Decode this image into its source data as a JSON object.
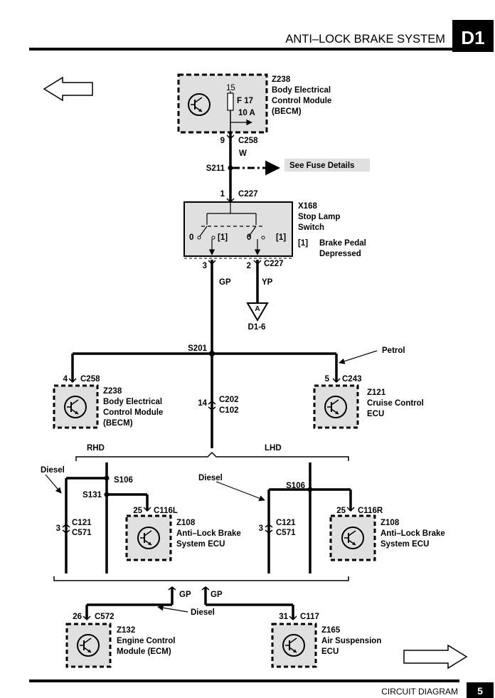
{
  "header": {
    "title": "ANTI–LOCK BRAKE SYSTEM",
    "section_tag": "D1"
  },
  "footer": {
    "label": "CIRCUIT DIAGRAM",
    "page_number": "5"
  },
  "nav": {
    "prev_icon": "left-arrow-icon",
    "next_icon": "right-arrow-icon"
  },
  "becm_top": {
    "id": "Z238",
    "name_1": "Body Electrical",
    "name_2": "Control Module",
    "name_3": "(BECM)",
    "fuse_circuit": "15",
    "fuse_id": "F 17",
    "fuse_rating": "10 A",
    "pin": "9",
    "connector": "C258",
    "wire_color": "W"
  },
  "splice_s211": {
    "id": "S211",
    "note": "See Fuse Details"
  },
  "stop_lamp_switch": {
    "id": "X168",
    "name_1": "Stop Lamp",
    "name_2": "Switch",
    "pin_in": "1",
    "connector_in": "C227",
    "pin_out_a": "3",
    "pin_out_b": "2",
    "connector_out": "C227",
    "state_off": "0",
    "state_on": "[1]",
    "legend_key": "[1]",
    "legend_text_1": "Brake Pedal",
    "legend_text_2": "Depressed",
    "wire_a": "GP",
    "wire_b": "YP"
  },
  "ref_a": {
    "letter": "A",
    "target": "D1-6"
  },
  "splice_s201": {
    "id": "S201",
    "petrol_label": "Petrol"
  },
  "becm_lower": {
    "id": "Z238",
    "name_1": "Body Electrical",
    "name_2": "Control Module",
    "name_3": "(BECM)",
    "pin": "4",
    "connector": "C258"
  },
  "cruise_ecu": {
    "id": "Z121",
    "name_1": "Cruise Control",
    "name_2": "ECU",
    "pin": "5",
    "connector": "C243"
  },
  "inline_c202": {
    "pin": "14",
    "connector_1": "C202",
    "connector_2": "C102"
  },
  "variants": {
    "rhd": "RHD",
    "lhd": "LHD"
  },
  "rhd_branch": {
    "diesel_label": "Diesel",
    "s106": "S106",
    "s131": "S131",
    "inline_pin": "3",
    "inline_c1": "C121",
    "inline_c2": "C571",
    "ecu_pin": "25",
    "ecu_connector": "C116L",
    "ecu_id": "Z108",
    "ecu_name_1": "Anti–Lock Brake",
    "ecu_name_2": "System ECU"
  },
  "lhd_branch": {
    "diesel_label": "Diesel",
    "s106": "S106",
    "inline_pin": "3",
    "inline_c1": "C121",
    "inline_c2": "C571",
    "ecu_pin": "25",
    "ecu_connector": "C116R",
    "ecu_id": "Z108",
    "ecu_name_1": "Anti–Lock Brake",
    "ecu_name_2": "System ECU"
  },
  "bottom": {
    "wire_left": "GP",
    "wire_right": "GP",
    "diesel_label": "Diesel",
    "ecm": {
      "id": "Z132",
      "name_1": "Engine Control",
      "name_2": "Module (ECM)",
      "pin": "26",
      "connector": "C572"
    },
    "air": {
      "id": "Z165",
      "name_1": "Air Suspension",
      "name_2": "ECU",
      "pin": "31",
      "connector": "C117"
    }
  }
}
